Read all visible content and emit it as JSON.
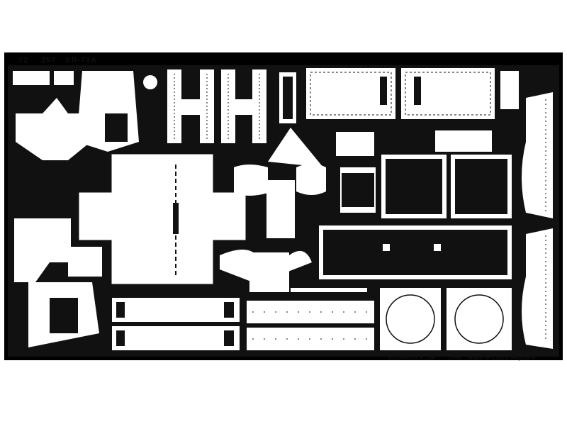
{
  "fret": {
    "header": {
      "catalog_prefix": "72",
      "catalog_number": "257",
      "model": "SR-71A"
    },
    "footer": {
      "brand": "EDUARD",
      "code": "S.A.136",
      "year": "1998",
      "origin": "Made in Czech Republic"
    },
    "colors": {
      "background": "#ffffff",
      "metal": "#111111",
      "part": "#ffffff"
    }
  }
}
